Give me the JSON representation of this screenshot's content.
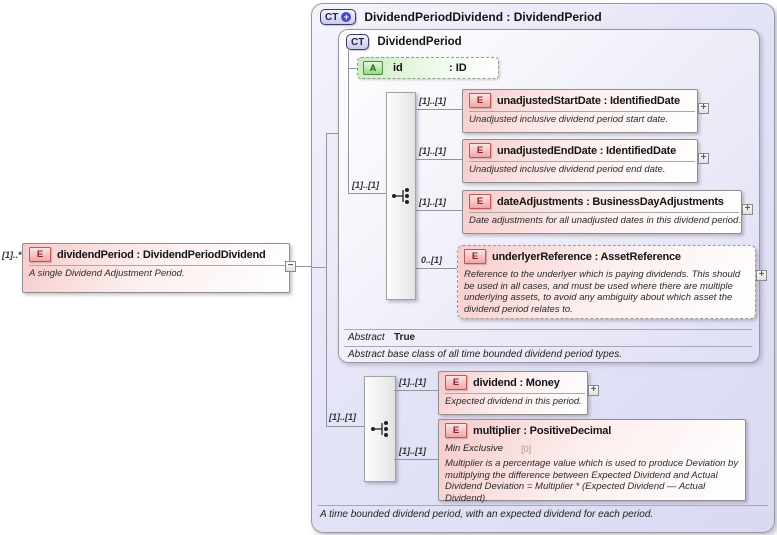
{
  "source": {
    "cardinality": "[1]..*",
    "badge": "E",
    "title": "dividendPeriod : DividendPeriodDividend",
    "annotation": "A single Dividend Adjustment Period.",
    "collapse_glyph": "−"
  },
  "outer": {
    "badge": "CT",
    "badge_plus": "+",
    "title": "DividendPeriodDividend : DividendPeriod",
    "footer": "A time bounded dividend period, with an expected dividend for each period."
  },
  "base": {
    "badge": "CT",
    "title": "DividendPeriod",
    "attribute": {
      "badge": "A",
      "name": "id",
      "type": ": ID"
    },
    "sequence_cardinality": "[1]..[1]",
    "abstract_label": "Abstract",
    "abstract_value": "True",
    "footer": "Abstract base class of all time bounded dividend period types.",
    "elements": [
      {
        "cardinality": "[1]..[1]",
        "badge": "E",
        "title": "unadjustedStartDate : IdentifiedDate",
        "annotation": "Unadjusted inclusive dividend period start date.",
        "expand_glyph": "+"
      },
      {
        "cardinality": "[1]..[1]",
        "badge": "E",
        "title": "unadjustedEndDate : IdentifiedDate",
        "annotation": "Unadjusted inclusive dividend period end date.",
        "expand_glyph": "+"
      },
      {
        "cardinality": "[1]..[1]",
        "badge": "E",
        "title": "dateAdjustments : BusinessDayAdjustments",
        "annotation": "Date adjustments for all unadjusted dates in this dividend period.",
        "expand_glyph": "+"
      },
      {
        "cardinality": "0..[1]",
        "badge": "E",
        "title": "underlyerReference : AssetReference",
        "annotation": "Reference to the underlyer which is paying dividends. This should be used in all cases, and must be used where there are multiple underlying assets, to avoid any ambiguity about which asset the dividend period relates to.",
        "expand_glyph": "+"
      }
    ]
  },
  "extension": {
    "sequence_cardinality": "[1]..[1]",
    "elements": [
      {
        "cardinality": "[1]..[1]",
        "badge": "E",
        "title": "dividend : Money",
        "annotation": "Expected dividend in this period.",
        "expand_glyph": "+"
      },
      {
        "cardinality": "[1]..[1]",
        "badge": "E",
        "title": "multiplier : PositiveDecimal",
        "facet_label": "Min Exclusive",
        "facet_value": "[0]",
        "annotation": "Multiplier is a percentage value which is used to produce Deviation by multiplying the difference between Expected Dividend and Actual Dividend Deviation = Multiplier * (Expected Dividend — Actual Dividend)."
      }
    ]
  },
  "colors": {
    "element_pink": "#f7caca",
    "attribute_green": "#c9ecbd",
    "container_lavender": "#dfdff5",
    "line_gray": "#9292a2",
    "badge_blue": "#4747c8"
  }
}
